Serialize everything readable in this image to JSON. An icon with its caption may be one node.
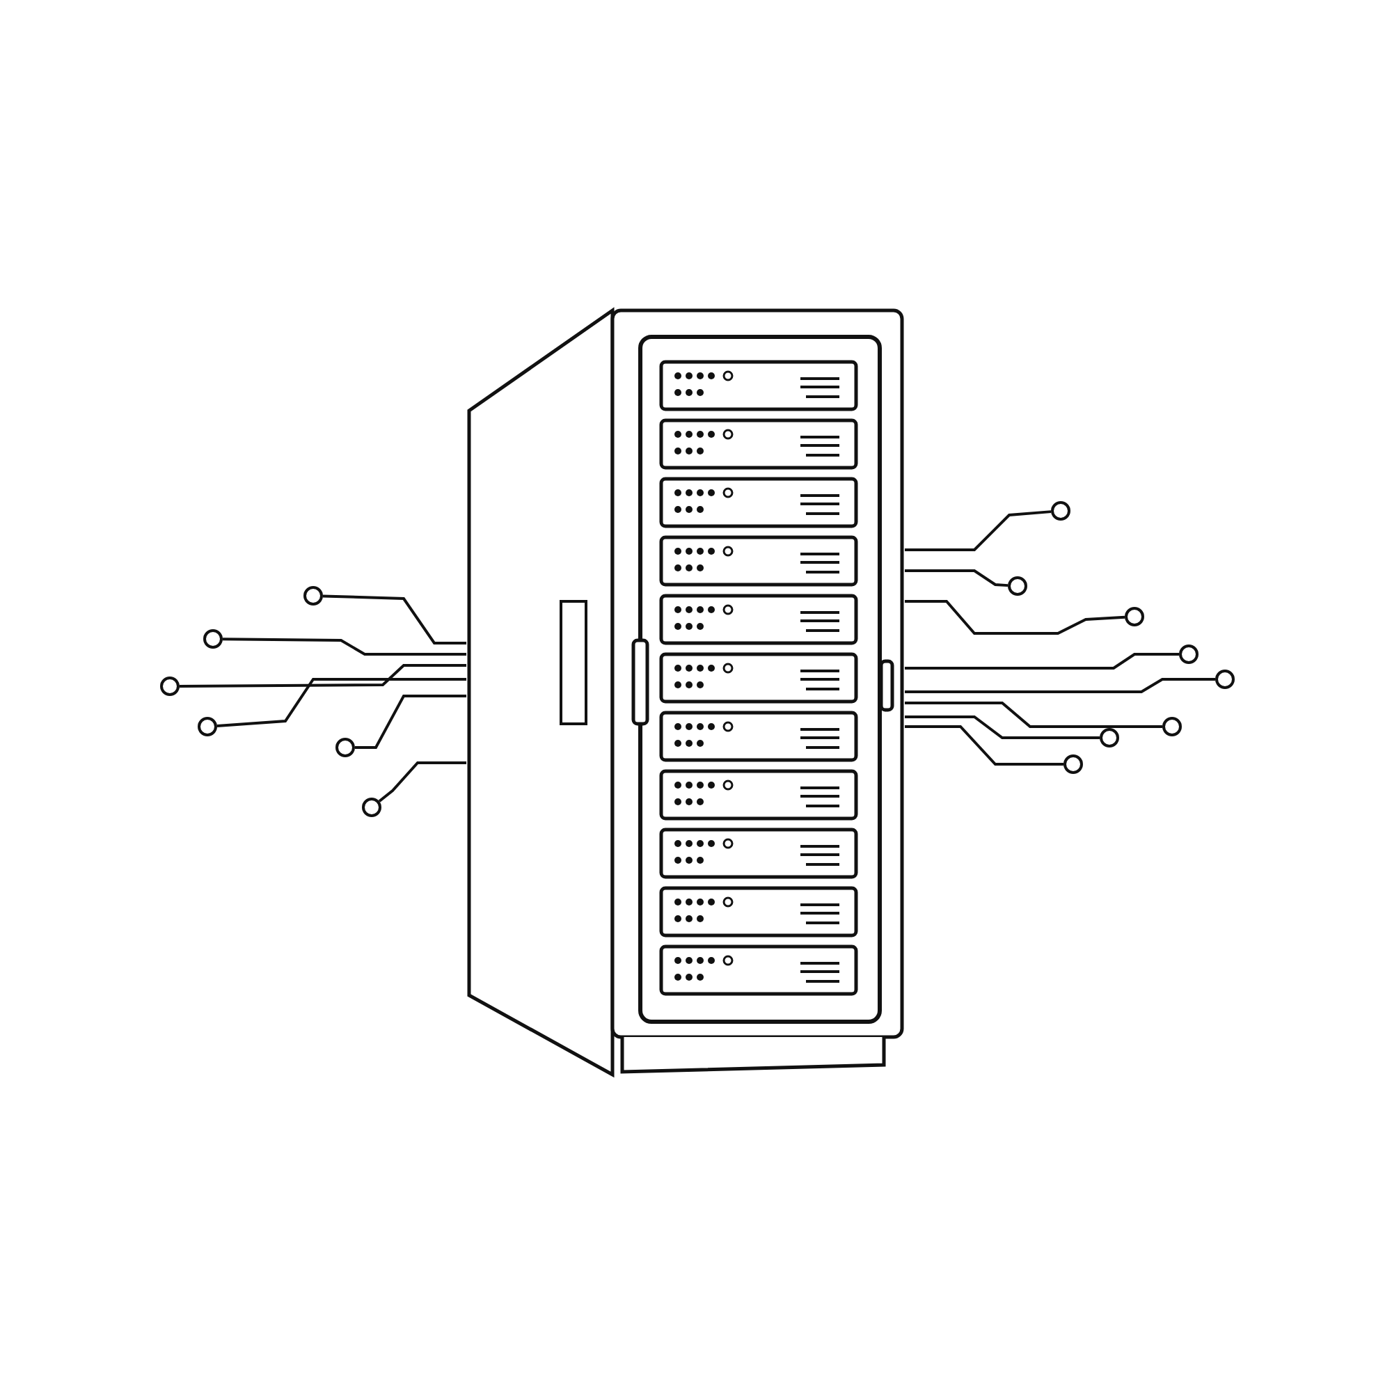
{
  "diagram": {
    "nodes": [
      {
        "text": [],
        "shape": "picture"
      },
      {
        "text": [],
        "shape": "circle"
      },
      {
        "text": [],
        "shape": "circle"
      },
      {
        "text": [],
        "shape": "circle"
      },
      {
        "text": [],
        "shape": "circle"
      },
      {
        "text": [],
        "shape": "circle"
      },
      {
        "text": [],
        "shape": "circle"
      },
      {
        "text": [],
        "shape": "circle"
      },
      {
        "text": [],
        "shape": "circle"
      },
      {
        "text": [],
        "shape": "circle"
      },
      {
        "text": [],
        "shape": "circle"
      },
      {
        "text": [],
        "shape": "circle"
      },
      {
        "text": [],
        "shape": "circle"
      },
      {
        "text": [],
        "shape": "circle"
      },
      {
        "text": [],
        "shape": "circle"
      }
    ],
    "edges": [
      {
        "from": 0,
        "to": 1,
        "arrow": "none"
      },
      {
        "from": 0,
        "to": 2,
        "arrow": "none"
      },
      {
        "from": 0,
        "to": 3,
        "arrow": "none"
      },
      {
        "from": 0,
        "to": 4,
        "arrow": "none"
      },
      {
        "from": 0,
        "to": 5,
        "arrow": "none"
      },
      {
        "from": 0,
        "to": 6,
        "arrow": "none"
      },
      {
        "from": 0,
        "to": 7,
        "arrow": "none"
      },
      {
        "from": 0,
        "to": 8,
        "arrow": "none"
      },
      {
        "from": 0,
        "to": 9,
        "arrow": "none"
      },
      {
        "from": 0,
        "to": 10,
        "arrow": "none"
      },
      {
        "from": 0,
        "to": 11,
        "arrow": "none"
      },
      {
        "from": 0,
        "to": 12,
        "arrow": "none"
      },
      {
        "from": 0,
        "to": 13,
        "arrow": "none"
      },
      {
        "from": 0,
        "to": 14,
        "arrow": "none"
      }
    ]
  }
}
